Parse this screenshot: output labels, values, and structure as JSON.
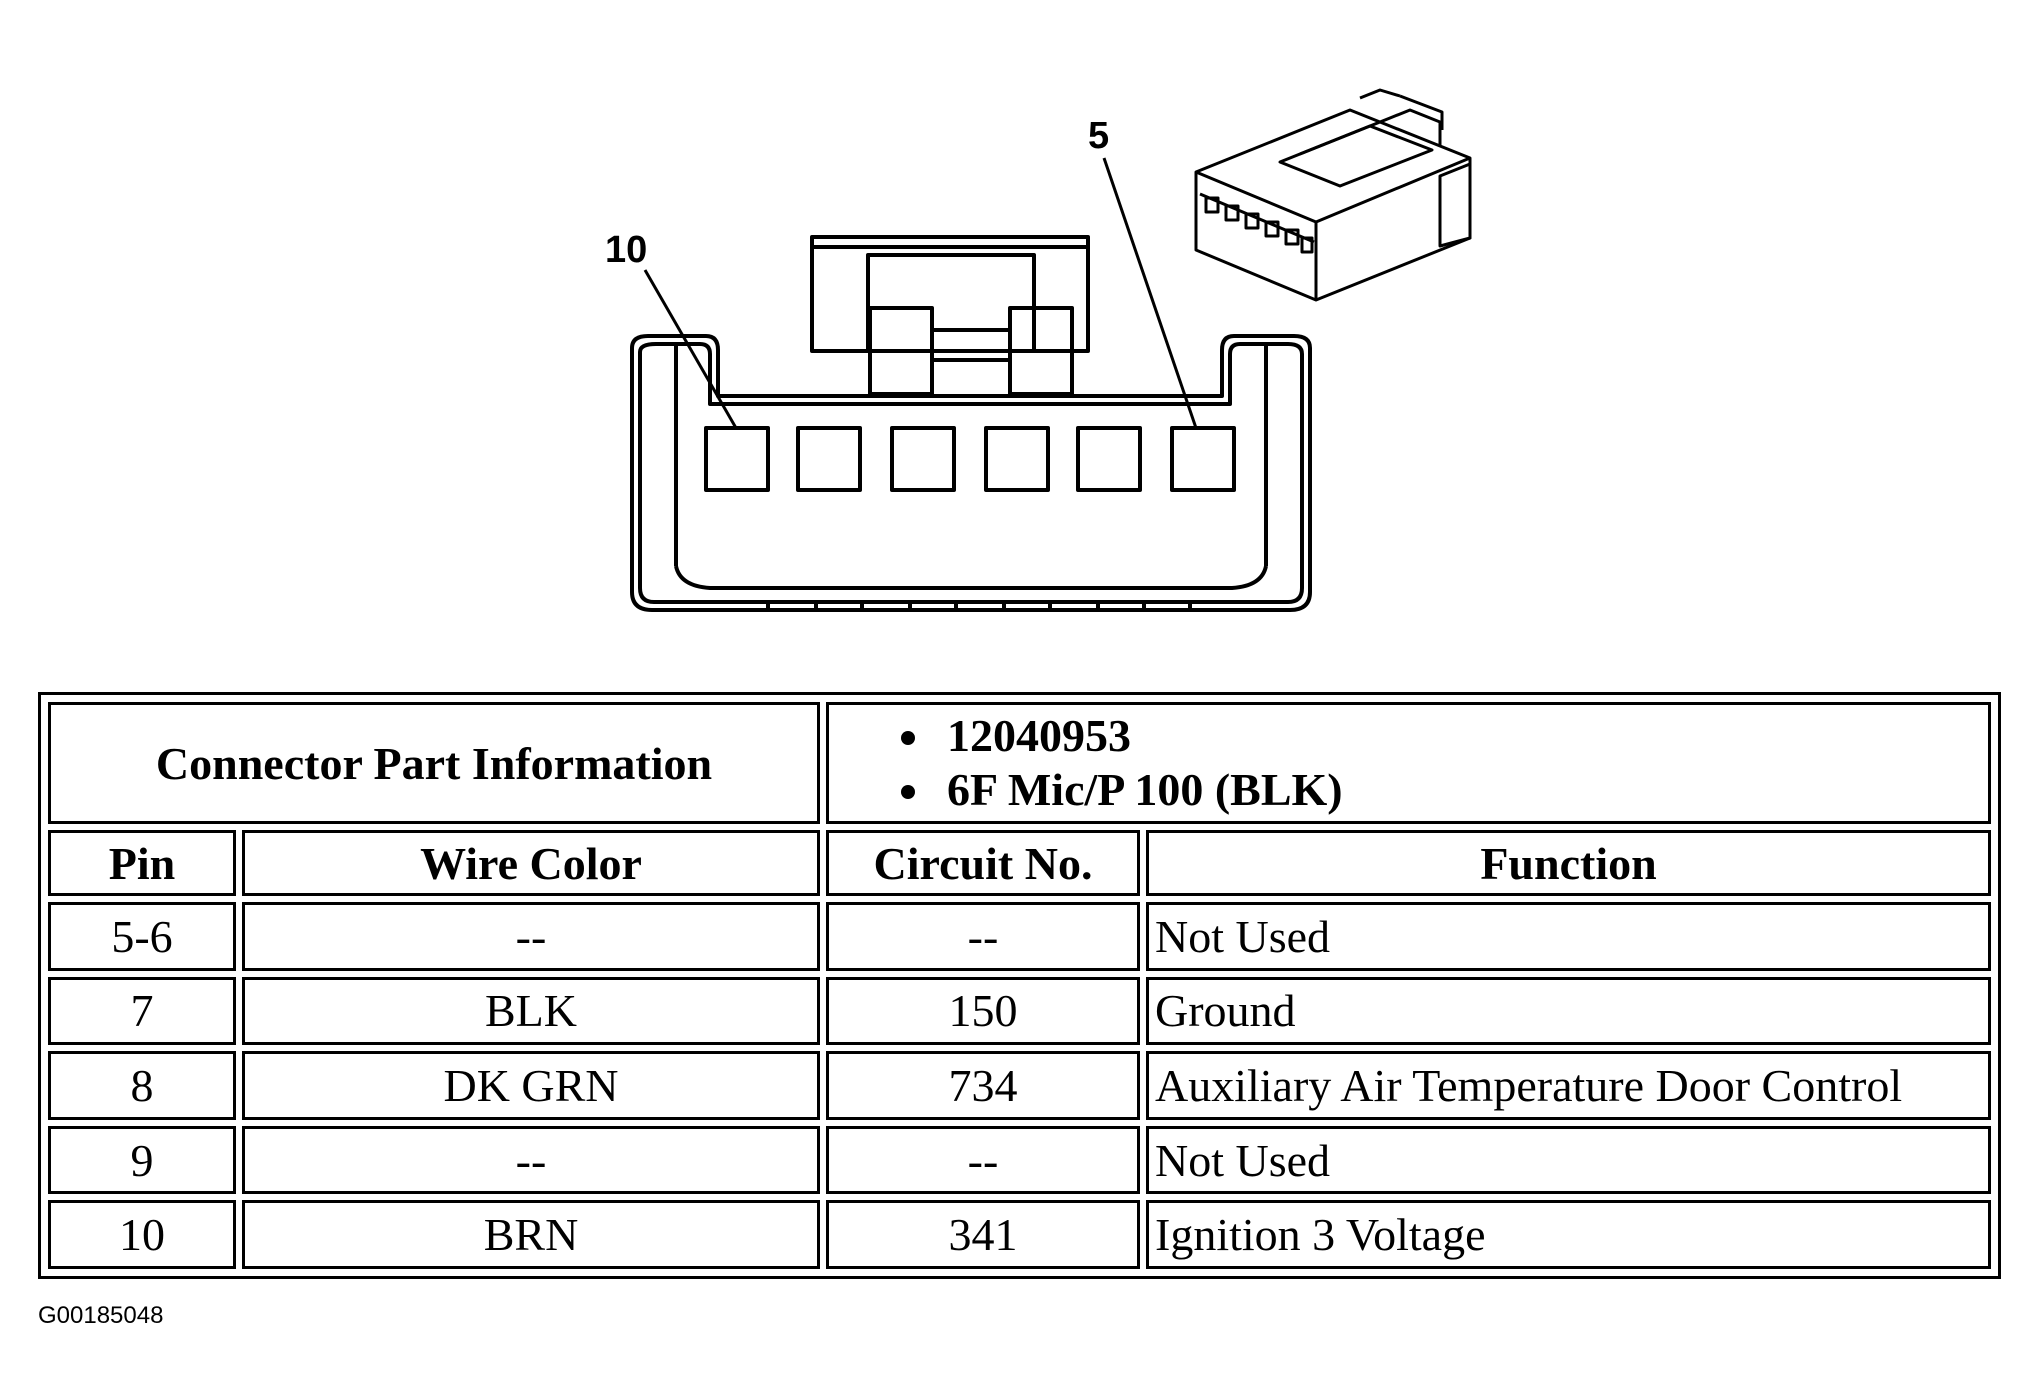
{
  "diagram": {
    "callouts": {
      "pin_left": "10",
      "pin_right": "5"
    }
  },
  "table": {
    "part_info_label": "Connector Part Information",
    "part_info_items": [
      "12040953",
      "6F Mic/P 100 (BLK)"
    ],
    "headers": {
      "pin": "Pin",
      "wire_color": "Wire Color",
      "circuit_no": "Circuit No.",
      "function": "Function"
    },
    "rows": [
      {
        "pin": "5-6",
        "wire_color": "--",
        "circuit_no": "--",
        "function": "Not Used"
      },
      {
        "pin": "7",
        "wire_color": "BLK",
        "circuit_no": "150",
        "function": "Ground"
      },
      {
        "pin": "8",
        "wire_color": "DK GRN",
        "circuit_no": "734",
        "function": "Auxiliary Air Temperature Door Control"
      },
      {
        "pin": "9",
        "wire_color": "--",
        "circuit_no": "--",
        "function": "Not Used"
      },
      {
        "pin": "10",
        "wire_color": "BRN",
        "circuit_no": "341",
        "function": "Ignition 3 Voltage"
      }
    ]
  },
  "image_code": "G00185048"
}
